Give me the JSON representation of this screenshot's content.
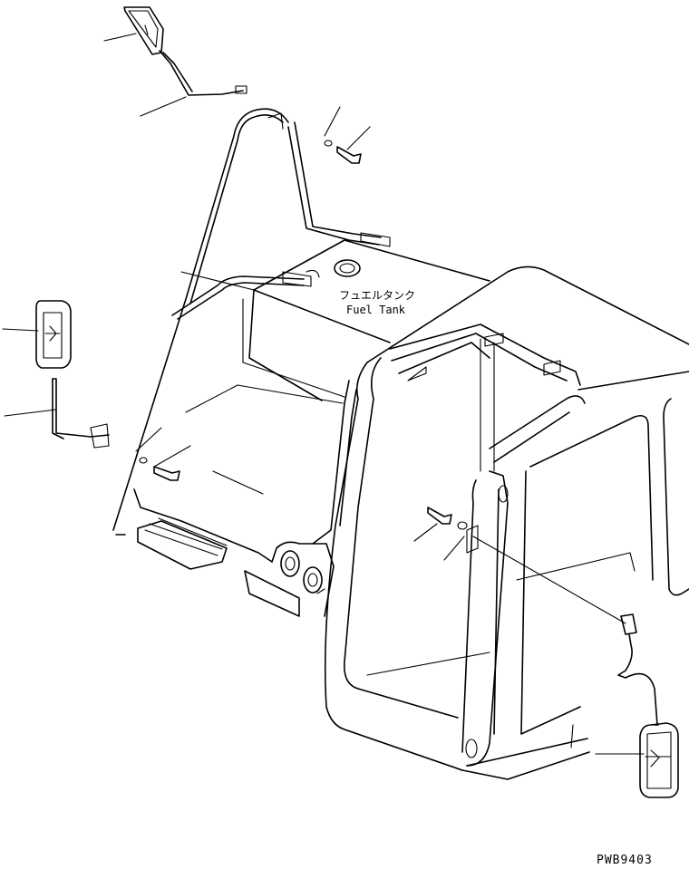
{
  "diagram": {
    "labels": {
      "fuel_tank_jp": "フュエルタンク",
      "fuel_tank_en": "Fuel Tank"
    },
    "drawing_code": "PWB9403"
  }
}
